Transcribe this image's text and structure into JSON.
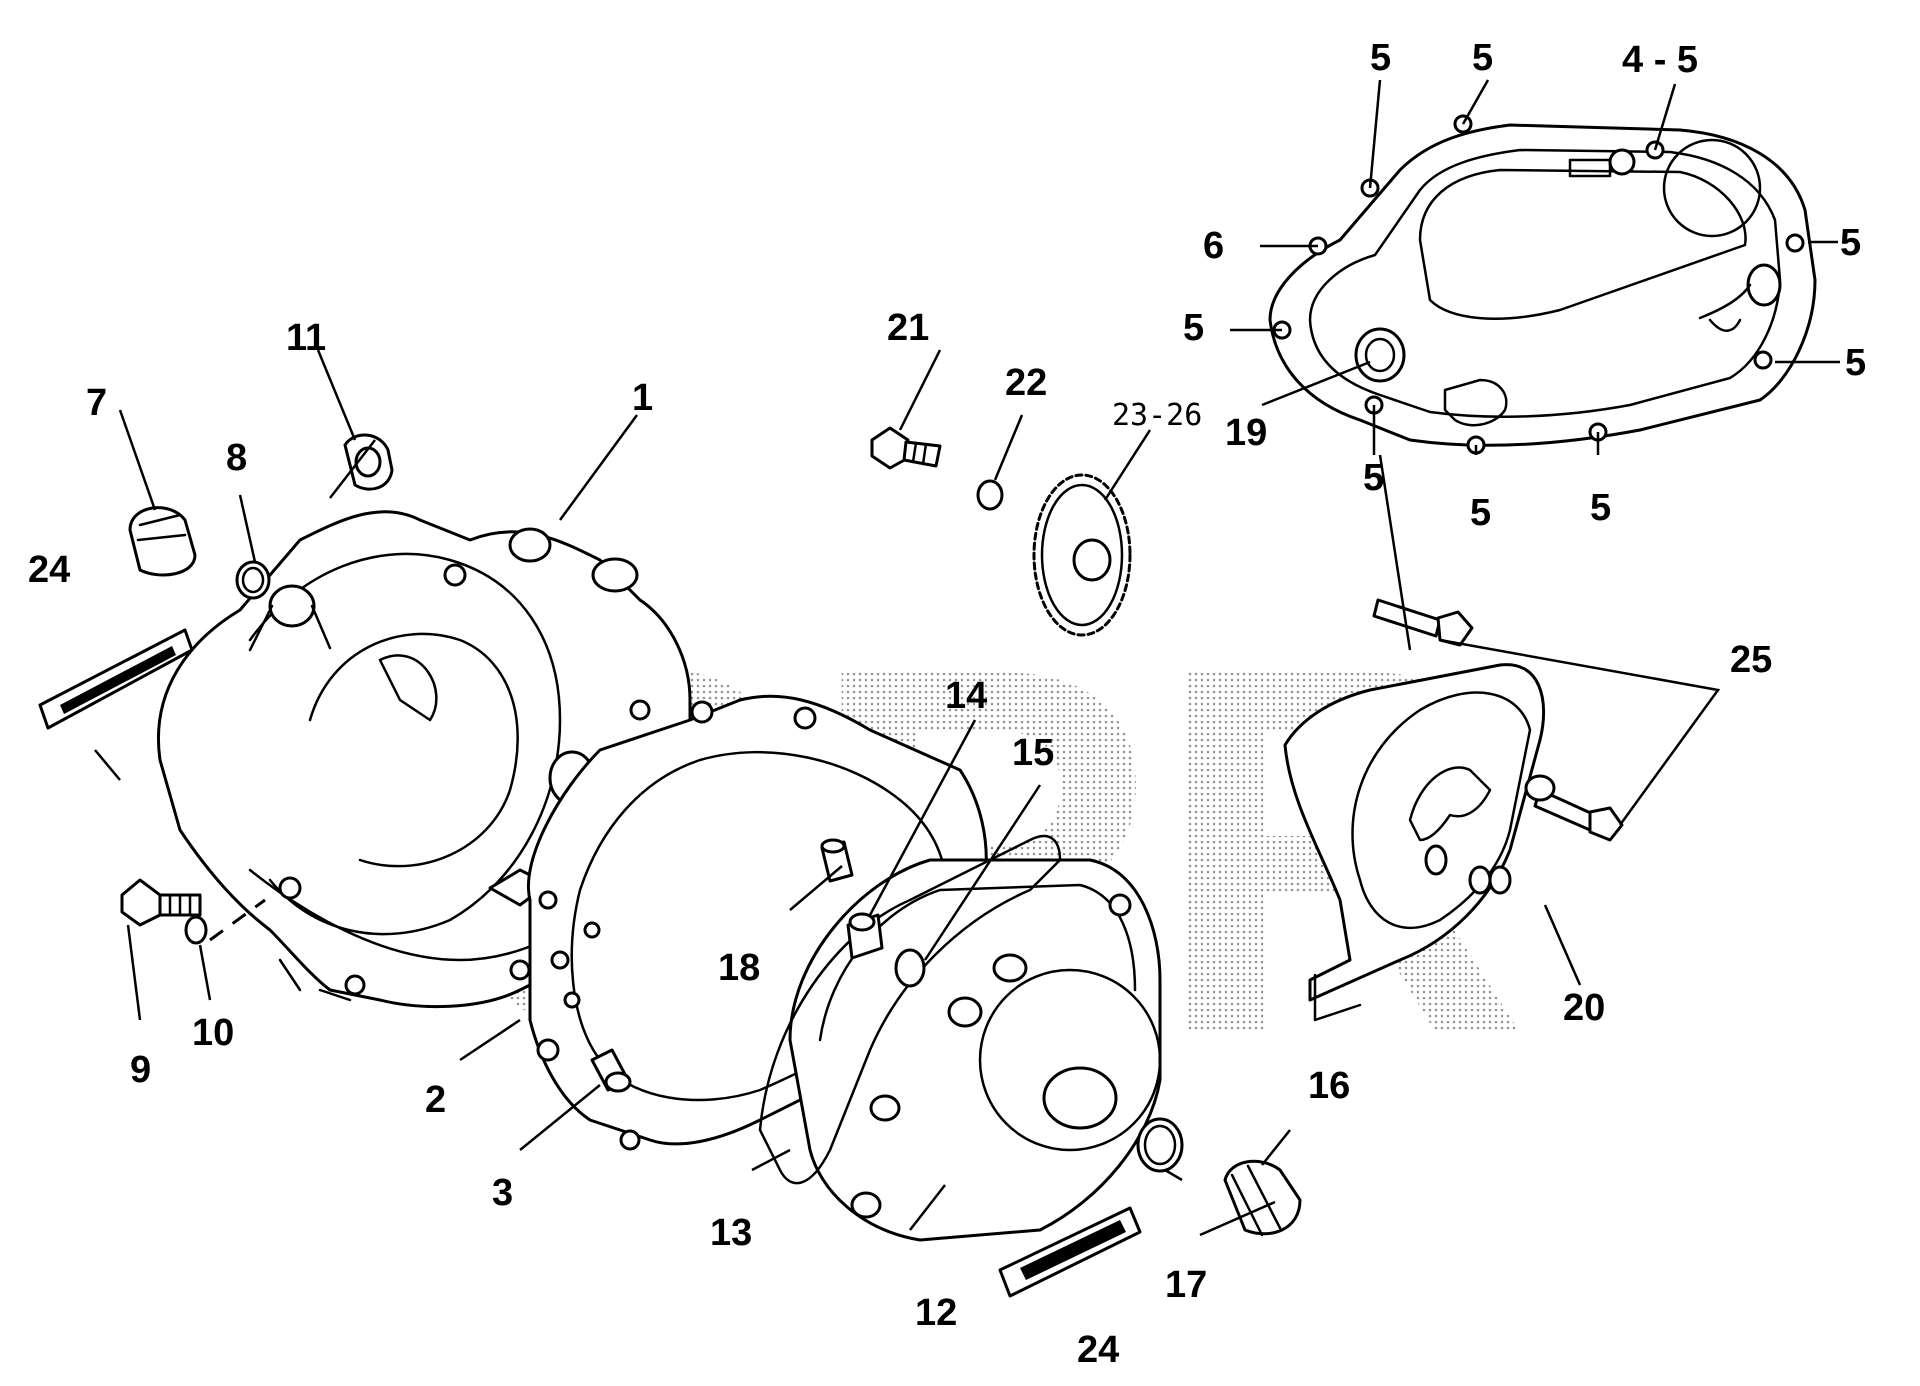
{
  "watermark": "SPR",
  "callouts": {
    "c1": "1",
    "c2": "2",
    "c3": "3",
    "c4_5": "4 - 5",
    "c5a": "5",
    "c5b": "5",
    "c5c": "5",
    "c5d": "5",
    "c5e": "5",
    "c5f": "5",
    "c5g": "5",
    "c5h": "5",
    "c5i": "5",
    "c6": "6",
    "c7": "7",
    "c8": "8",
    "c9": "9",
    "c10": "10",
    "c11": "11",
    "c12": "12",
    "c13": "13",
    "c14": "14",
    "c15": "15",
    "c16": "16",
    "c17": "17",
    "c18": "18",
    "c19": "19",
    "c20": "20",
    "c21": "21",
    "c22": "22",
    "c23_26": "23-26",
    "c24a": "24",
    "c24b": "24",
    "c25": "25"
  }
}
